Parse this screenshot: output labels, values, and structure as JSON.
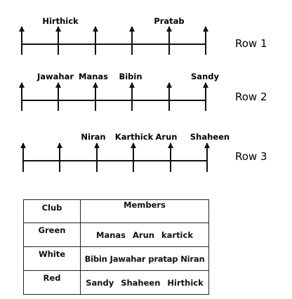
{
  "rows": [
    {
      "label": "Row 1",
      "names": [
        "",
        "Hirthick",
        "",
        "",
        "Pratab",
        ""
      ]
    },
    {
      "label": "Row 2",
      "names": [
        "Jawahar",
        "Manas",
        "Bibin",
        "",
        "",
        "Sandy"
      ]
    },
    {
      "label": "Row 3",
      "names": [
        "",
        "",
        "Niran",
        "Karthick",
        "Arun",
        "Shaheen"
      ]
    }
  ],
  "table": {
    "header_club": "Club",
    "header_members": "Members",
    "clubs": [
      {
        "name": "Green",
        "members": [
          "Manas",
          "Arun",
          "kartick"
        ]
      },
      {
        "name": "White",
        "members": [
          "Bibin",
          "Jawahar",
          "pratap",
          "Niran"
        ]
      },
      {
        "name": "Red",
        "members": [
          "Sandy",
          "Shaheen",
          "Hirthick"
        ]
      }
    ]
  }
}
